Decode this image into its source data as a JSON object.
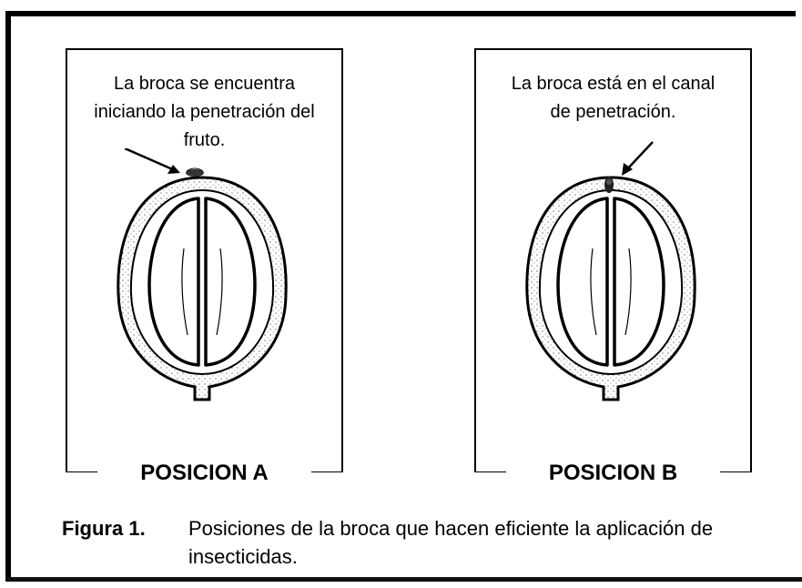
{
  "panels": [
    {
      "caption": "La broca se encuentra\niniciando la penetración del\nfruto.",
      "label": "POSICION A"
    },
    {
      "caption": "La broca está en el canal\nde penetración.",
      "label": "POSICION B"
    }
  ],
  "figure_caption": {
    "label": "Figura 1.",
    "text": "Posiciones de la broca que hacen eficiente la aplicación de  insecticidas."
  }
}
